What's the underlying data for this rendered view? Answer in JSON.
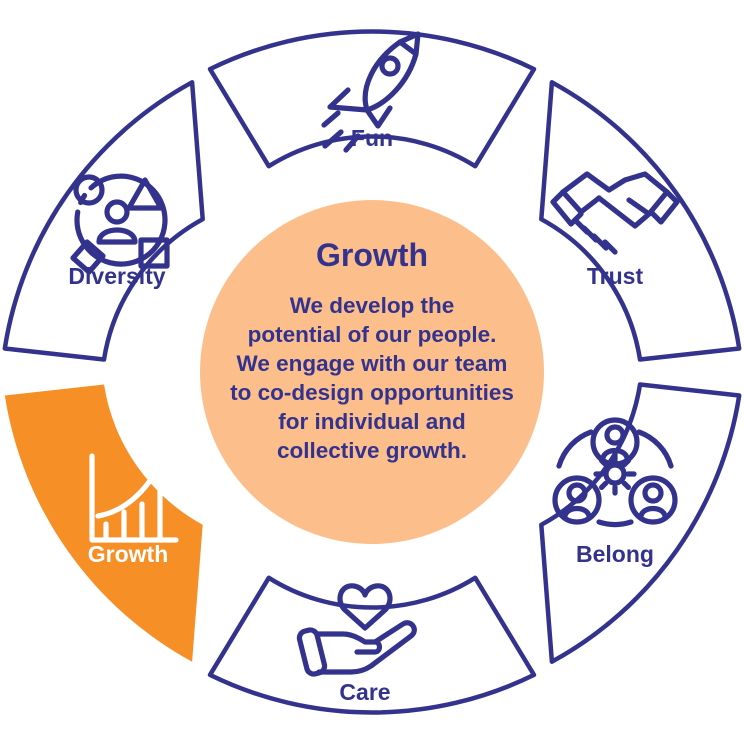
{
  "diagram": {
    "type": "segmented-wheel",
    "title": "Values wheel with Growth highlighted",
    "colors": {
      "navy": "#33338E",
      "orange": "#F68F26",
      "peach": "#FCBF8C",
      "white": "#FFFFFF"
    }
  },
  "center": {
    "heading": "Growth",
    "body_lines": [
      "We develop the",
      "potential of our people.",
      "We engage with our team",
      "to co-design opportunities",
      "for individual and",
      "collective growth."
    ]
  },
  "segments": [
    {
      "id": "fun",
      "label": "Fun",
      "icon": "rocket-icon",
      "state": "outline",
      "position": "top"
    },
    {
      "id": "trust",
      "label": "Trust",
      "icon": "handshake-icon",
      "state": "outline",
      "position": "upper-right"
    },
    {
      "id": "belong",
      "label": "Belong",
      "icon": "people-gear-icon",
      "state": "outline",
      "position": "lower-right"
    },
    {
      "id": "care",
      "label": "Care",
      "icon": "hand-heart-icon",
      "state": "outline",
      "position": "bottom"
    },
    {
      "id": "growth",
      "label": "Growth",
      "icon": "growth-chart-icon",
      "state": "highlighted",
      "position": "lower-left"
    },
    {
      "id": "diversity",
      "label": "Diversity",
      "icon": "diversity-shapes-icon",
      "state": "outline",
      "position": "upper-left"
    }
  ]
}
